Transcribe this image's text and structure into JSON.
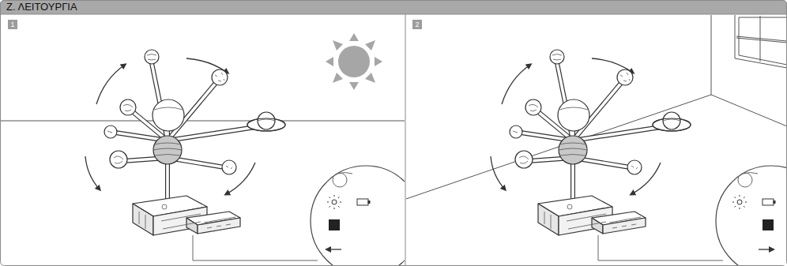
{
  "diagram": {
    "title": "Ζ. ΛΕΙΤΟΥΡΓΙΑ",
    "labels": [
      "1",
      "2"
    ]
  }
}
